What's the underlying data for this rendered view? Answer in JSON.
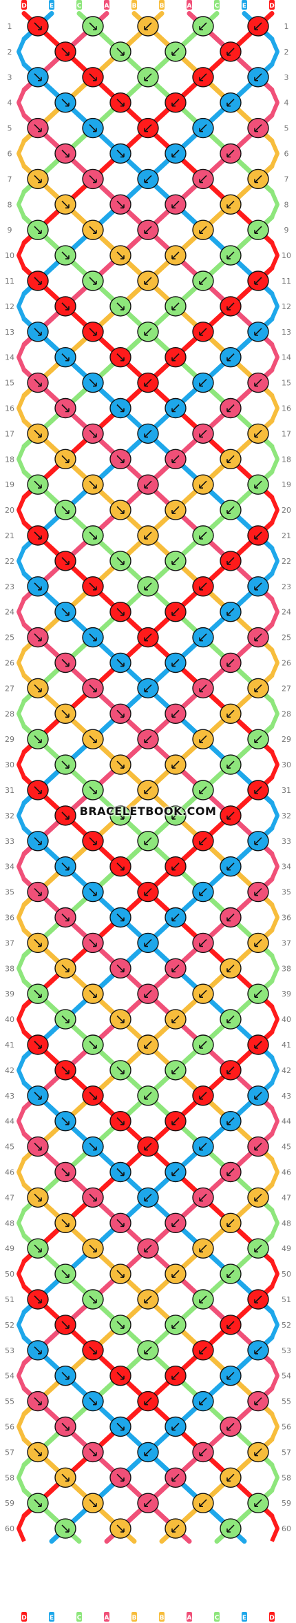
{
  "pattern": {
    "watermark": "BRACELETBOOK.COM",
    "rows": 60,
    "strands": [
      "D",
      "E",
      "C",
      "A",
      "B",
      "B",
      "A",
      "C",
      "E",
      "D"
    ],
    "colors": {
      "A": "#f05078",
      "B": "#f7bd3c",
      "C": "#8ee67c",
      "D": "#ff1b1b",
      "E": "#1ea7ea"
    },
    "row_labels": [
      "1",
      "2",
      "3",
      "4",
      "5",
      "6",
      "7",
      "8",
      "9",
      "10",
      "11",
      "12",
      "13",
      "14",
      "15",
      "16",
      "17",
      "18",
      "19",
      "20",
      "21",
      "22",
      "23",
      "24",
      "25",
      "26",
      "27",
      "28",
      "29",
      "30",
      "31",
      "32",
      "33",
      "34",
      "35",
      "36",
      "37",
      "38",
      "39",
      "40",
      "41",
      "42",
      "43",
      "44",
      "45",
      "46",
      "47",
      "48",
      "49",
      "50",
      "51",
      "52",
      "53",
      "54",
      "55",
      "56",
      "57",
      "58",
      "59",
      "60"
    ]
  }
}
